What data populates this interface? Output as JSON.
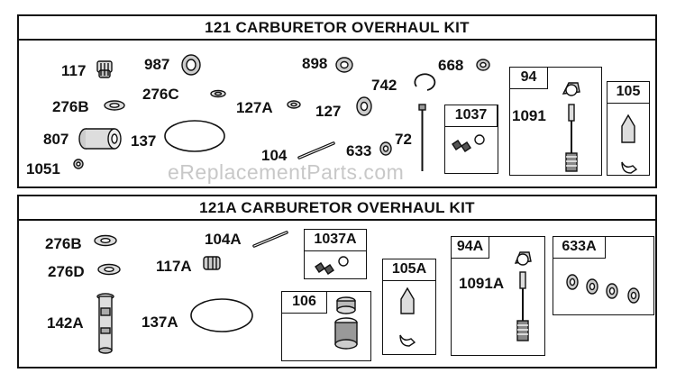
{
  "kits": [
    {
      "title": "121 CARBURETOR OVERHAUL KIT"
    },
    {
      "title": "121A CARBURETOR OVERHAUL KIT"
    }
  ],
  "watermark": "eReplacementParts.com",
  "parts_top": {
    "p117": "117",
    "p987": "987",
    "p898": "898",
    "p668": "668",
    "p276b": "276B",
    "p276c": "276C",
    "p742": "742",
    "p127a": "127A",
    "p127": "127",
    "p807": "807",
    "p137": "137",
    "p104": "104",
    "p633": "633",
    "p72": "72",
    "p1051": "1051",
    "box1037": "1037",
    "box94": "94",
    "p1091": "1091",
    "box105": "105"
  },
  "parts_bottom": {
    "p276b": "276B",
    "p104a": "104A",
    "p276d": "276D",
    "p117a": "117A",
    "p142a": "142A",
    "p137a": "137A",
    "box1037a": "1037A",
    "box106": "106",
    "box105a": "105A",
    "box94a": "94A",
    "p1091a": "1091A",
    "box633a": "633A"
  }
}
